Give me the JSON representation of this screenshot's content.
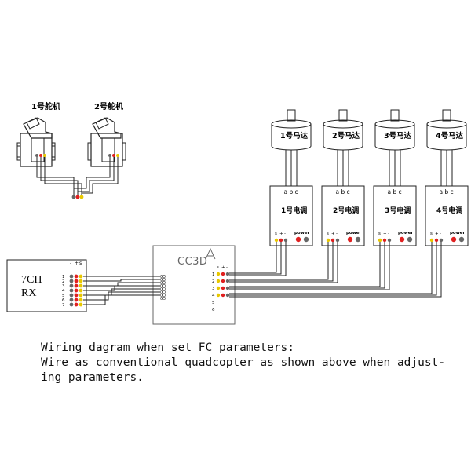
{
  "servos": [
    {
      "label": "1号舵机"
    },
    {
      "label": "2号舵机"
    }
  ],
  "motors": [
    {
      "label": "1号马达",
      "esc_label": "1号电调",
      "phases": [
        "a",
        "b",
        "c"
      ],
      "pins": [
        "s",
        "+",
        "-"
      ],
      "power_label": "power"
    },
    {
      "label": "2号马达",
      "esc_label": "2号电调",
      "phases": [
        "a",
        "b",
        "c"
      ],
      "pins": [
        "s",
        "+",
        "-"
      ],
      "power_label": "power"
    },
    {
      "label": "3号马达",
      "esc_label": "3号电调",
      "phases": [
        "a",
        "b",
        "c"
      ],
      "pins": [
        "s",
        "+",
        "-"
      ],
      "power_label": "power"
    },
    {
      "label": "4号马达",
      "esc_label": "4号电调",
      "phases": [
        "a",
        "b",
        "c"
      ],
      "pins": [
        "s",
        "+",
        "-"
      ],
      "power_label": "power"
    }
  ],
  "receiver": {
    "name_line1": "7CH",
    "name_line2": "RX",
    "pin_header": [
      "-",
      "+",
      "s"
    ],
    "channels": [
      "1",
      "2",
      "3",
      "4",
      "5",
      "6",
      "7"
    ]
  },
  "controller": {
    "name": "CC3D",
    "pin_header": [
      "s",
      "+",
      "-"
    ],
    "outputs": [
      "1",
      "2",
      "3",
      "4",
      "5",
      "6"
    ]
  },
  "caption": {
    "line1": "Wiring dagram when set FC parameters:",
    "line2": "Wire as conventional quadcopter as shown above when adjust-",
    "line3": "ing parameters."
  },
  "colors": {
    "signal": "#e8c800",
    "positive": "#e02020",
    "negative": "#666666",
    "wire": "#222222"
  }
}
